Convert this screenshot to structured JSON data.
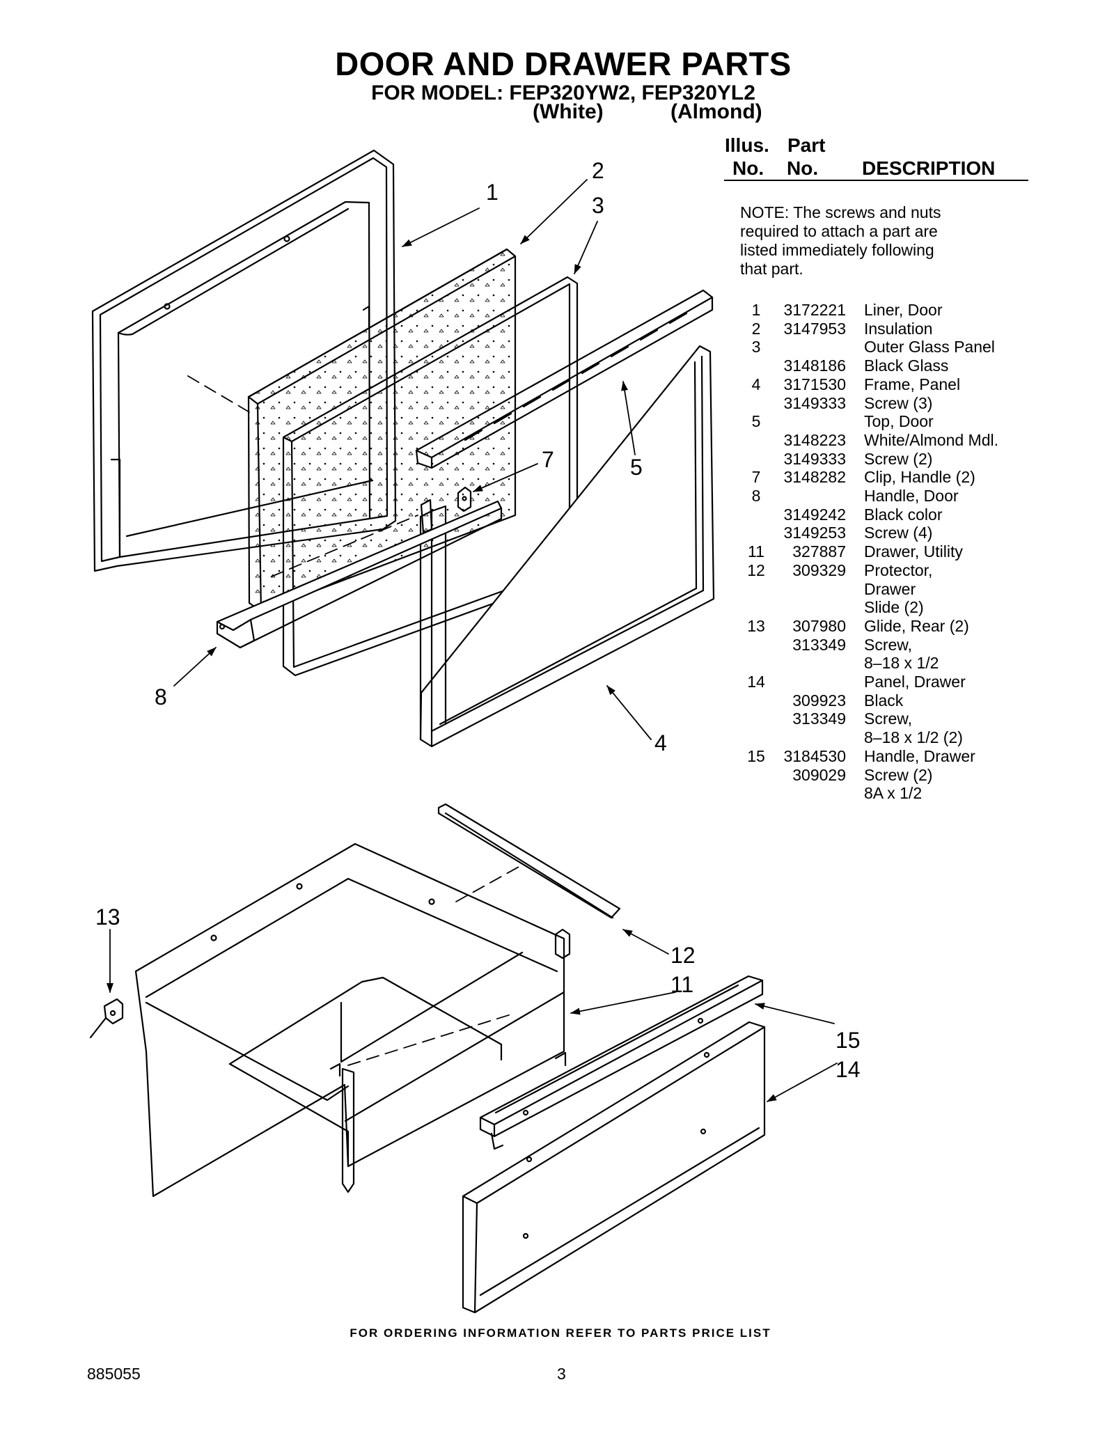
{
  "header": {
    "title": "DOOR AND DRAWER PARTS",
    "subtitle": "FOR MODEL: FEP320YW2, FEP320YL2",
    "variant_1": "(White)",
    "variant_2": "(Almond)"
  },
  "table_header": {
    "illus_line1": "Illus.",
    "illus_line2": "No.",
    "part_line1": "Part",
    "part_line2": "No.",
    "description": "DESCRIPTION"
  },
  "note": {
    "lines": [
      "NOTE: The screws and nuts",
      "required to attach a part are",
      "listed immediately following",
      " that part."
    ]
  },
  "parts": [
    {
      "illus": "1",
      "part": "3172221",
      "desc": "Liner, Door"
    },
    {
      "illus": "2",
      "part": "3147953",
      "desc": "Insulation"
    },
    {
      "illus": "3",
      "part": "",
      "desc": "Outer Glass Panel"
    },
    {
      "illus": "",
      "part": "3148186",
      "desc": "Black Glass"
    },
    {
      "illus": "4",
      "part": "3171530",
      "desc": "Frame, Panel"
    },
    {
      "illus": "",
      "part": "3149333",
      "desc": "Screw (3)"
    },
    {
      "illus": "5",
      "part": "",
      "desc": "Top, Door"
    },
    {
      "illus": "",
      "part": "3148223",
      "desc": "White/Almond Mdl."
    },
    {
      "illus": "",
      "part": "3149333",
      "desc": "Screw (2)"
    },
    {
      "illus": "7",
      "part": "3148282",
      "desc": "Clip, Handle (2)"
    },
    {
      "illus": "8",
      "part": "",
      "desc": "Handle, Door"
    },
    {
      "illus": "",
      "part": "3149242",
      "desc": "Black color"
    },
    {
      "illus": "",
      "part": "3149253",
      "desc": "Screw (4)"
    },
    {
      "illus": "11",
      "part": "327887",
      "desc": "Drawer, Utility"
    },
    {
      "illus": "12",
      "part": "309329",
      "desc": "Protector,"
    },
    {
      "illus": "",
      "part": "",
      "desc": "Drawer"
    },
    {
      "illus": "",
      "part": "",
      "desc": "Slide (2)"
    },
    {
      "illus": "13",
      "part": "307980",
      "desc": "Glide, Rear (2)"
    },
    {
      "illus": "",
      "part": "313349",
      "desc": "Screw,"
    },
    {
      "illus": "",
      "part": "",
      "desc": "8–18 x 1/2"
    },
    {
      "illus": "14",
      "part": "",
      "desc": "Panel, Drawer"
    },
    {
      "illus": "",
      "part": "309923",
      "desc": "Black"
    },
    {
      "illus": "",
      "part": "313349",
      "desc": "Screw,"
    },
    {
      "illus": "",
      "part": "",
      "desc": "8–18 x 1/2 (2)"
    },
    {
      "illus": "15",
      "part": "3184530",
      "desc": "Handle, Drawer"
    },
    {
      "illus": "",
      "part": "309029",
      "desc": "Screw (2)"
    },
    {
      "illus": "",
      "part": "",
      "desc": "8A x 1/2"
    }
  ],
  "callouts": {
    "c1": "1",
    "c2": "2",
    "c3": "3",
    "c4": "4",
    "c5": "5",
    "c7": "7",
    "c8": "8",
    "c11": "11",
    "c12": "12",
    "c13": "13",
    "c14": "14",
    "c15": "15"
  },
  "footer": {
    "ordering_note": "FOR ORDERING INFORMATION REFER TO PARTS PRICE LIST",
    "doc_number": "885055",
    "page_number": "3"
  }
}
